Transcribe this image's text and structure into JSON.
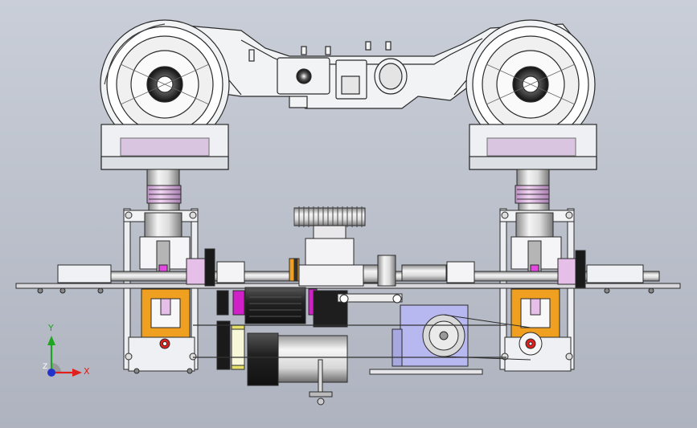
{
  "view": {
    "background_top": "#c9ced8",
    "background_bottom": "#aeb3bf"
  },
  "triad": {
    "x_label": "X",
    "y_label": "Y",
    "z_label": "Z",
    "x_color": "#e0201c",
    "y_color": "#1fa51f",
    "z_color": "#2233cc"
  },
  "colors": {
    "part_white": "#f2f3f5",
    "part_outline": "#2a2a2a",
    "spring_pink": "#e6bfe8",
    "accent_orange": "#f0a020",
    "accent_magenta": "#d020c8",
    "motor_dark": "#2b2b2b",
    "gearbox_blue": "#b8b8f0",
    "plate_gray": "#d8d8dc"
  }
}
